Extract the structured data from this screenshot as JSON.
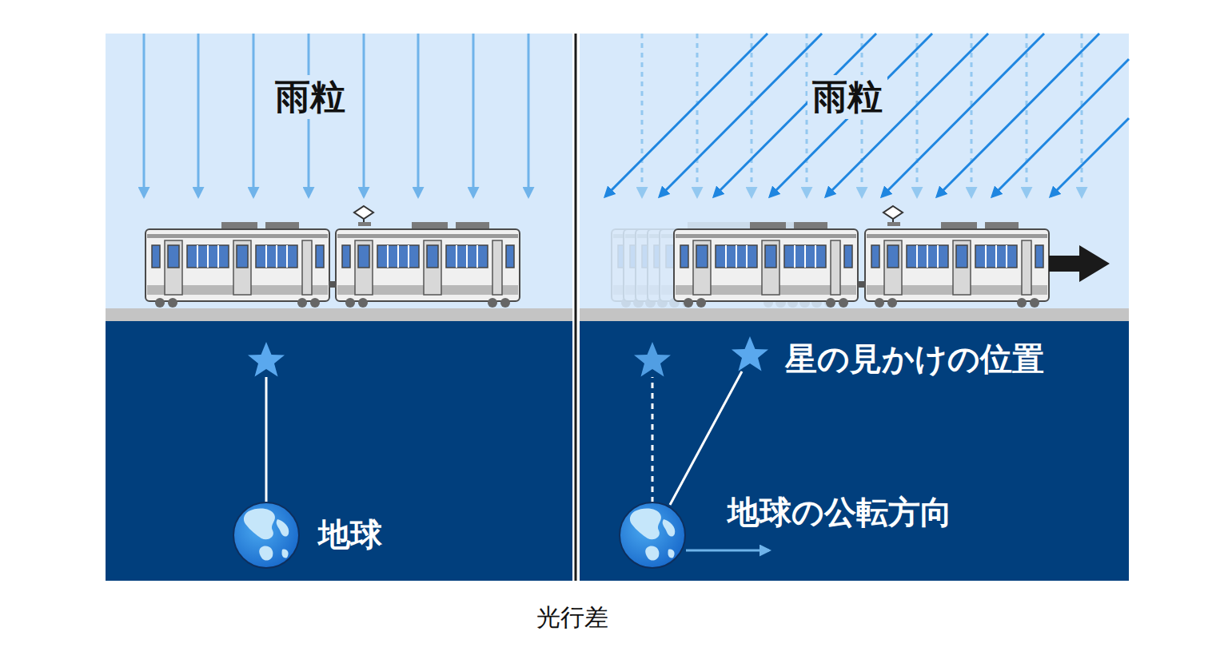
{
  "diagram": {
    "caption": "光行差",
    "labels": [
      "雨粒",
      "地球",
      "雨粒",
      "星の見かけの位置",
      "地球の公転方向"
    ]
  }
}
